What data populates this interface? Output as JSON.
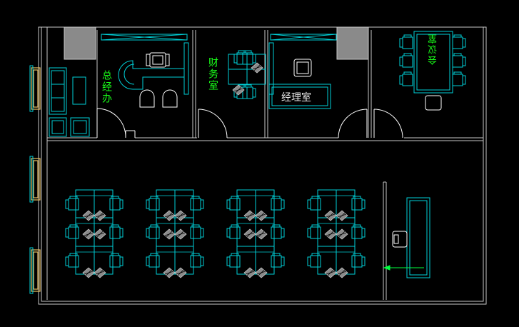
{
  "rooms": {
    "gm_office": "总经办",
    "finance": "财务室",
    "manager_office": "经理室",
    "meeting_room": "会议室"
  },
  "colors": {
    "background": "#000000",
    "wall": "#c8c8c8",
    "furniture": "#00d0d8",
    "label_green": "#19ff19",
    "label_white": "#e8e8e8",
    "pillar": "#8a8a8a",
    "window": "#e8c060",
    "door": "#ffffff",
    "marker": "#00ff40"
  }
}
